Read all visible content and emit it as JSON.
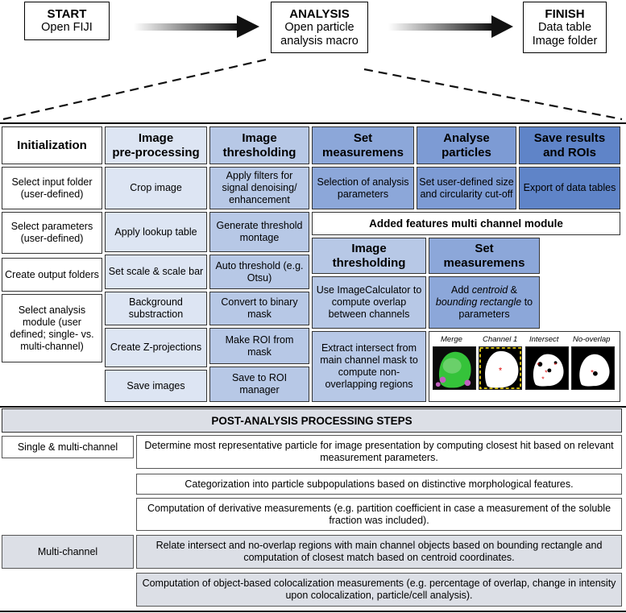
{
  "flow": {
    "start": {
      "title": "START",
      "text": "Open FIJI"
    },
    "analysis": {
      "title": "ANALYSIS",
      "line1": "Open particle",
      "line2": "analysis macro"
    },
    "finish": {
      "title": "FINISH",
      "line1": "Data table",
      "line2": "Image folder"
    }
  },
  "columns": {
    "initialization": {
      "header": "Initialization",
      "items": [
        "Select input folder (user-defined)",
        "Select parameters (user-defined)",
        "Create output folders",
        "Select analysis module (user defined; single- vs. multi-channel)"
      ]
    },
    "preprocessing": {
      "header_line1": "Image",
      "header_line2": "pre-processing",
      "items": [
        "Crop image",
        "Apply lookup table",
        "Set scale & scale bar",
        "Background substraction",
        "Create Z-projections",
        "Save images"
      ]
    },
    "thresholding": {
      "header_line1": "Image",
      "header_line2": "thresholding",
      "items": [
        "Apply filters for signal denoising/ enhancement",
        "Generate threshold montage",
        "Auto threshold (e.g. Otsu)",
        "Convert to binary mask",
        "Make ROI from mask",
        "Save to ROI manager"
      ]
    },
    "measurements": {
      "header_line1": "Set",
      "header_line2": "measuremens",
      "items": [
        "Selection of analysis parameters"
      ]
    },
    "analyse": {
      "header_line1": "Analyse",
      "header_line2": "particles",
      "items": [
        "Set user-defined size and circularity cut-off"
      ]
    },
    "save": {
      "header_line1": "Save results",
      "header_line2": "and ROIs",
      "items": [
        "Export of data tables"
      ]
    }
  },
  "multichannel": {
    "banner": "Added features multi channel module",
    "thresholding": {
      "header_line1": "Image",
      "header_line2": "thresholding",
      "items": [
        "Use ImageCalculator to compute overlap between channels",
        "Extract intersect from main channel mask to compute non-overlapping regions"
      ]
    },
    "measurements": {
      "header_line1": "Set",
      "header_line2": "measuremens",
      "item_prefix": "Add ",
      "item_centroid": "centroid",
      "item_mid": " & ",
      "item_bounding": "bounding rectangle",
      "item_suffix": " to parameters"
    },
    "panel_labels": [
      "Merge",
      "Channel 1",
      "Intersect",
      "No-overlap"
    ]
  },
  "post": {
    "title": "POST-ANALYSIS PROCESSING STEPS",
    "single_label": "Single & multi-channel",
    "multi_label": "Multi-channel",
    "steps": [
      "Determine most representative particle for image presentation by computing closest hit based on relevant measurement parameters.",
      "Categorization into particle subpopulations based on distinctive morphological features.",
      "Computation of derivative measurements (e.g. partition coefficient in case a measurement of the soluble fraction was included).",
      "Relate intersect and no-overlap regions with main channel objects based on bounding rectangle and computation of closest match based on centroid coordinates.",
      "Computation of object-based colocalization measurements (e.g. percentage of overlap, change in intensity upon colocalization, particle/cell analysis)."
    ]
  }
}
